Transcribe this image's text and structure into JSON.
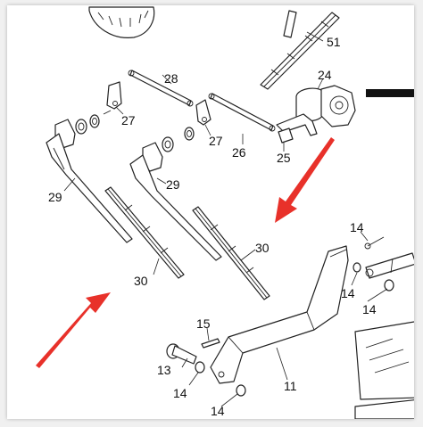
{
  "colors": {
    "arrow": "#e8312a",
    "line": "#222222",
    "background": "#ffffff"
  },
  "callouts": {
    "c51": "51",
    "c24": "24",
    "c28": "28",
    "c27a": "27",
    "c27b": "27",
    "c26": "26",
    "c25": "25",
    "c29a": "29",
    "c29b": "29",
    "c30a": "30",
    "c30b": "30",
    "c14a": "14",
    "c14b": "14",
    "c14c": "14",
    "c14d": "14",
    "c14e": "14",
    "c15": "15",
    "c13": "13",
    "c11": "11"
  }
}
